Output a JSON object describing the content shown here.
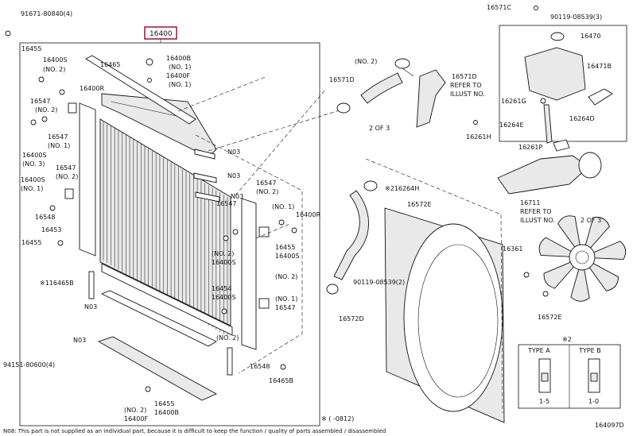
{
  "highlight": "16400",
  "highlight_color": "#b0174a",
  "diagram_code": "164097D",
  "footnote": "N08: This part is not supplied as an individual part, because it is difficult to keep the function / quality of parts assembled / disassembled",
  "legend_mark": "※2",
  "type_a": "TYPE A",
  "type_b": "TYPE B",
  "type_a_code": "1-5",
  "type_b_code": "1-0",
  "date_label": "※ (   -0812)",
  "labels": [
    "91671-80840(4)",
    "16455",
    "16400S",
    "(NO. 2)",
    "16465",
    "16400B",
    "(NO. 1)",
    "16400F",
    "(NO. 1)",
    "16400R",
    "16547",
    "(NO. 2)",
    "16547",
    "(NO. 1)",
    "16400S",
    "(NO. 3)",
    "16547",
    "(NO. 2)",
    "16400S",
    "(NO. 1)",
    "16548",
    "16453",
    "16455",
    "※116465B",
    "N03",
    "N03",
    "N03",
    "N03",
    "N03",
    "16547",
    "(NO. 2)",
    "16547",
    "(NO. 1)",
    "16400R",
    "16455",
    "16400S",
    "(NO. 2)",
    "16400S",
    "(NO. 2)",
    "16454",
    "16400S",
    "(NO. 1)",
    "16547",
    "(NO. 2)",
    "16548",
    "16465B",
    "16455",
    "16400B",
    "(NO. 2)",
    "16400F",
    "(NO. 2)",
    "16571D",
    "16571D",
    "REFER TO",
    "ILLUST NO.",
    "2 OF 3",
    "16571C",
    "90119-08539(3)",
    "16470",
    "16471B",
    "16261G",
    "16264E",
    "16264D",
    "16261H",
    "16261P",
    "※216264H",
    "16572E",
    "16711",
    "REFER TO",
    "ILLUST NO.",
    "2 OF 3",
    "16361",
    "90119-08539(2)",
    "16572D",
    "16572E",
    "94151-80600(4)"
  ]
}
